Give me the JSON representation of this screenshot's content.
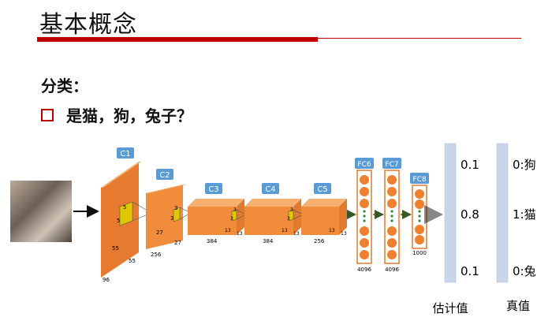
{
  "slide": {
    "title": "基本概念",
    "line1": "分类：",
    "line2": "是猫，狗，兔子？"
  },
  "network": {
    "layers": [
      {
        "tag": "C1",
        "dims": [
          "55",
          "55",
          "96"
        ],
        "kernel": [
          "5",
          "5"
        ]
      },
      {
        "tag": "C2",
        "dims": [
          "27",
          "27",
          "256"
        ],
        "kernel": [
          "3",
          "3"
        ]
      },
      {
        "tag": "C3",
        "dims": [
          "13",
          "13",
          "384"
        ],
        "kernel": [
          "3",
          "3"
        ]
      },
      {
        "tag": "C4",
        "dims": [
          "13",
          "13",
          "384"
        ],
        "kernel": [
          "3",
          "3"
        ]
      },
      {
        "tag": "C5",
        "dims": [
          "13",
          "13",
          "256"
        ]
      }
    ],
    "fc": [
      {
        "tag": "FC6",
        "size": "4096"
      },
      {
        "tag": "FC7",
        "size": "4096"
      },
      {
        "tag": "FC8",
        "size": "1000"
      }
    ]
  },
  "estimate": {
    "label": "估计值",
    "values": [
      "0.1",
      "0.8",
      "0.1"
    ]
  },
  "truth": {
    "label": "真值",
    "values": [
      "0:狗",
      "1:猫",
      "0:兔"
    ]
  },
  "colors": {
    "accent": "#c00000",
    "box": "#f4913e",
    "tag": "#5b9bd5",
    "arrow": "#385723",
    "bar": "#c9d6e8"
  }
}
